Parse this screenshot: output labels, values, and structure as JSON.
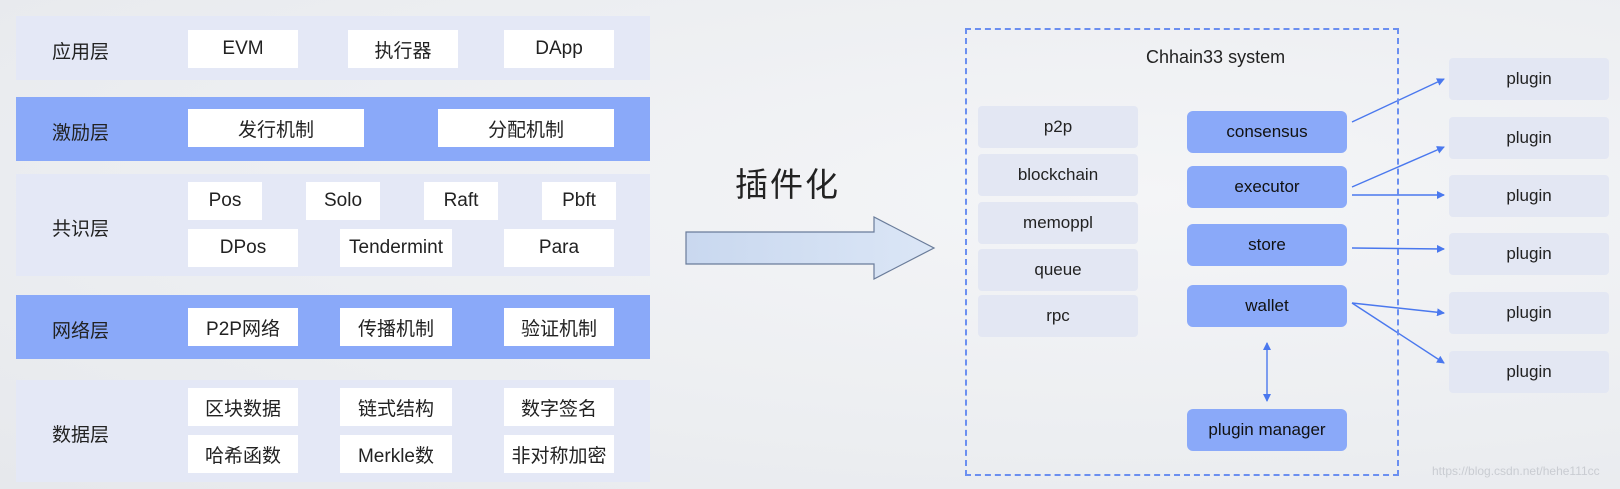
{
  "layers": [
    {
      "name": "应用层",
      "items": [
        "EVM",
        "执行器",
        "DApp"
      ]
    },
    {
      "name": "激励层",
      "items": [
        "发行机制",
        "分配机制"
      ]
    },
    {
      "name": "共识层",
      "items": [
        "Pos",
        "Solo",
        "Raft",
        "Pbft",
        "DPos",
        "Tendermint",
        "Para"
      ]
    },
    {
      "name": "网络层",
      "items": [
        "P2P网络",
        "传播机制",
        "验证机制"
      ]
    },
    {
      "name": "数据层",
      "items": [
        "区块数据",
        "链式结构",
        "数字签名",
        "哈希函数",
        "Merkle数",
        "非对称加密"
      ]
    }
  ],
  "arrow_label": "插件化",
  "system": {
    "title": "Chhain33 system",
    "modules": [
      "p2p",
      "blockchain",
      "memoppl",
      "queue",
      "rpc"
    ],
    "core": [
      "consensus",
      "executor",
      "store",
      "wallet"
    ],
    "manager": "plugin manager"
  },
  "plugins": [
    "plugin",
    "plugin",
    "plugin",
    "plugin",
    "plugin",
    "plugin"
  ],
  "watermark": "https://blog.csdn.net/hehe111cc",
  "colors": {
    "accent_blue": "#8aa9f9",
    "light_panel": "#e4e8f6",
    "arrow_line": "#4a78ee",
    "frame": "#6b8ff0"
  }
}
